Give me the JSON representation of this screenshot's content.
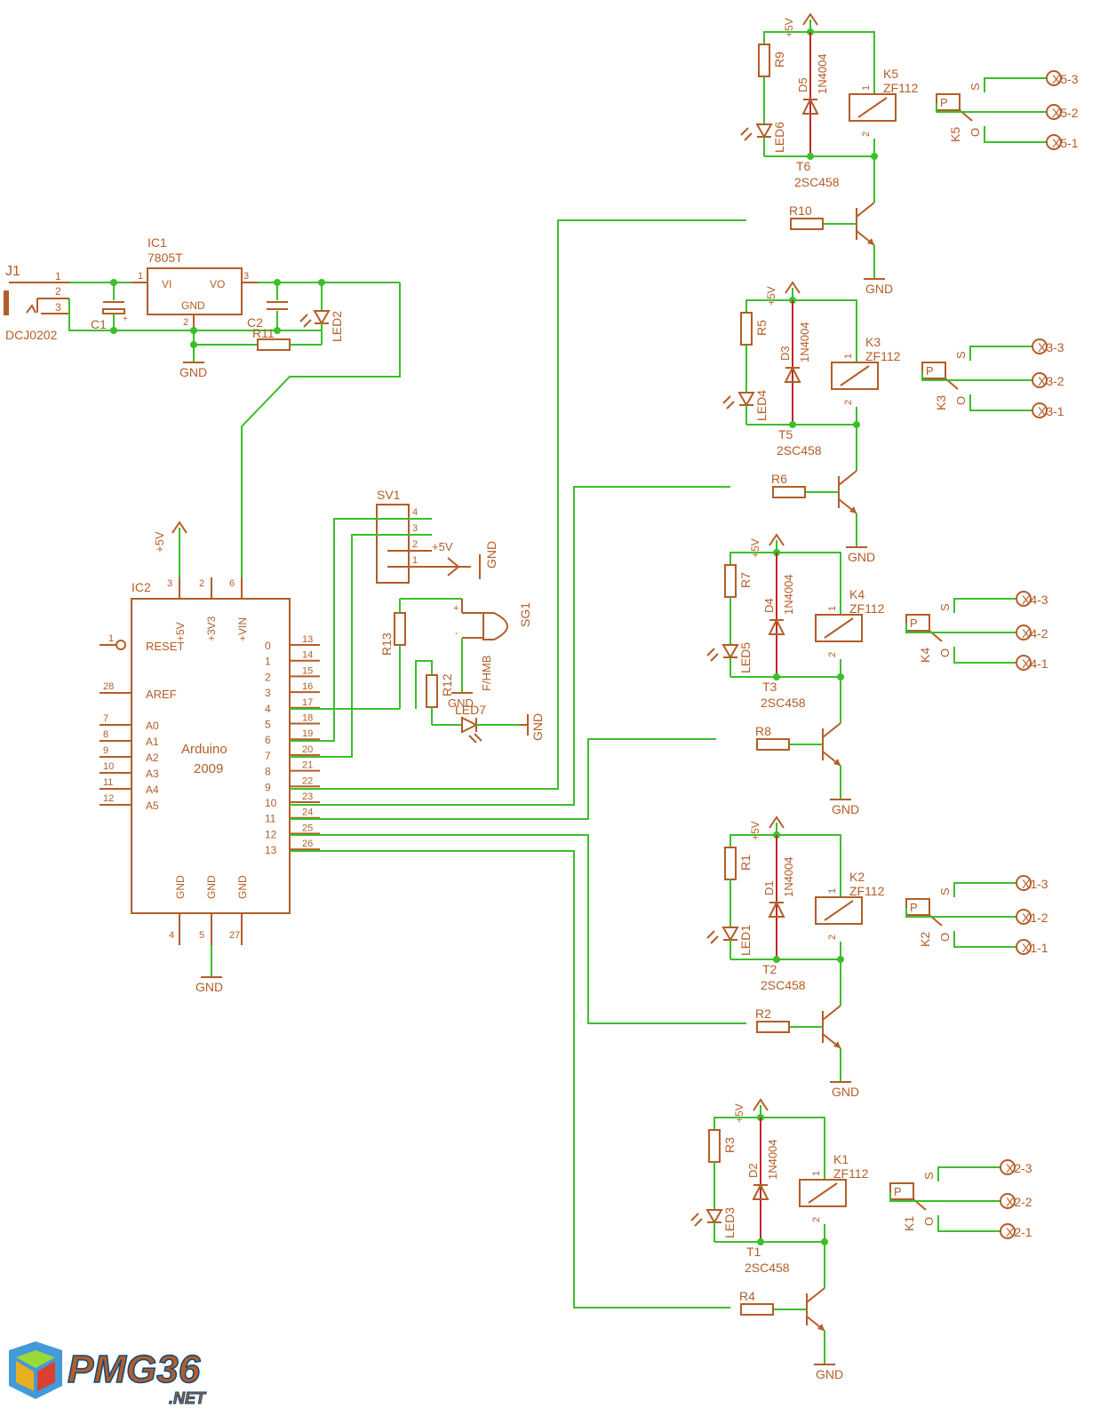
{
  "title": "",
  "colors": {
    "wire": "#3cbf2b",
    "part": "#b35d28",
    "diode": "#c0282a"
  },
  "labels": {
    "j1": "J1",
    "dcj": "DCJ0202",
    "ic1": "IC1",
    "ic1_val": "7805T",
    "vi": "VI",
    "vo": "VO",
    "gnd": "GND",
    "c1": "C1",
    "c2": "C2",
    "r11": "R11",
    "led2": "LED2",
    "ic2": "IC2",
    "arduino": "Arduino",
    "arduino2": "2009",
    "reset": "RESET",
    "aref": "AREF",
    "p5v": "+5V",
    "p3v3": "+3V3",
    "pvin": "+VIN",
    "sv1": "SV1",
    "r13": "R13",
    "r12": "R12",
    "led7": "LED7",
    "sg1": "SG1",
    "fhmb": "F/HMB",
    "plus": "+",
    "minus": "-",
    "zf": "ZF112",
    "diode": "1N4004",
    "trans": "2SC458",
    "p": "P",
    "s": "S",
    "o": "O"
  },
  "pins": {
    "j1": [
      "1",
      "2",
      "3"
    ],
    "ic1": [
      "1",
      "2",
      "3"
    ],
    "ic2_top": [
      "3",
      "2",
      "6"
    ],
    "ic2_bottom": [
      "4",
      "5",
      "27"
    ],
    "ic2_left": [
      "1",
      "28",
      "7",
      "8",
      "9",
      "10",
      "11",
      "12"
    ],
    "ic2_left_names": [
      "A0",
      "A1",
      "A2",
      "A3",
      "A4",
      "A5"
    ],
    "ic2_right_nums": [
      "13",
      "14",
      "15",
      "16",
      "17",
      "18",
      "19",
      "20",
      "21",
      "22",
      "23",
      "24",
      "25",
      "26"
    ],
    "ic2_right_names": [
      "0",
      "1",
      "2",
      "3",
      "4",
      "5",
      "6",
      "7",
      "8",
      "9",
      "10",
      "11",
      "12",
      "13"
    ],
    "sv1": [
      "4",
      "3",
      "2",
      "1"
    ],
    "relay": [
      "1",
      "2"
    ]
  },
  "stages": [
    {
      "relay": "K5",
      "transistor": "T6",
      "resistor": "R9",
      "base_r": "R10",
      "diode": "D5",
      "led": "LED6",
      "out": [
        "X5-3",
        "X5-2",
        "X5-1"
      ]
    },
    {
      "relay": "K3",
      "transistor": "T5",
      "resistor": "R5",
      "base_r": "R6",
      "diode": "D3",
      "led": "LED4",
      "out": [
        "X3-3",
        "X3-2",
        "X3-1"
      ]
    },
    {
      "relay": "K4",
      "transistor": "T3",
      "resistor": "R7",
      "base_r": "R8",
      "diode": "D4",
      "led": "LED5",
      "out": [
        "X4-3",
        "X4-2",
        "X4-1"
      ]
    },
    {
      "relay": "K2",
      "transistor": "T2",
      "resistor": "R1",
      "base_r": "R2",
      "diode": "D1",
      "led": "LED1",
      "out": [
        "X1-3",
        "X1-2",
        "X1-1"
      ]
    },
    {
      "relay": "K1",
      "transistor": "T1",
      "resistor": "R3",
      "base_r": "R4",
      "diode": "D2",
      "led": "LED3",
      "out": [
        "X2-3",
        "X2-2",
        "X2-1"
      ]
    }
  ],
  "watermark": "PMG36",
  "watermark_sub": ".NET"
}
